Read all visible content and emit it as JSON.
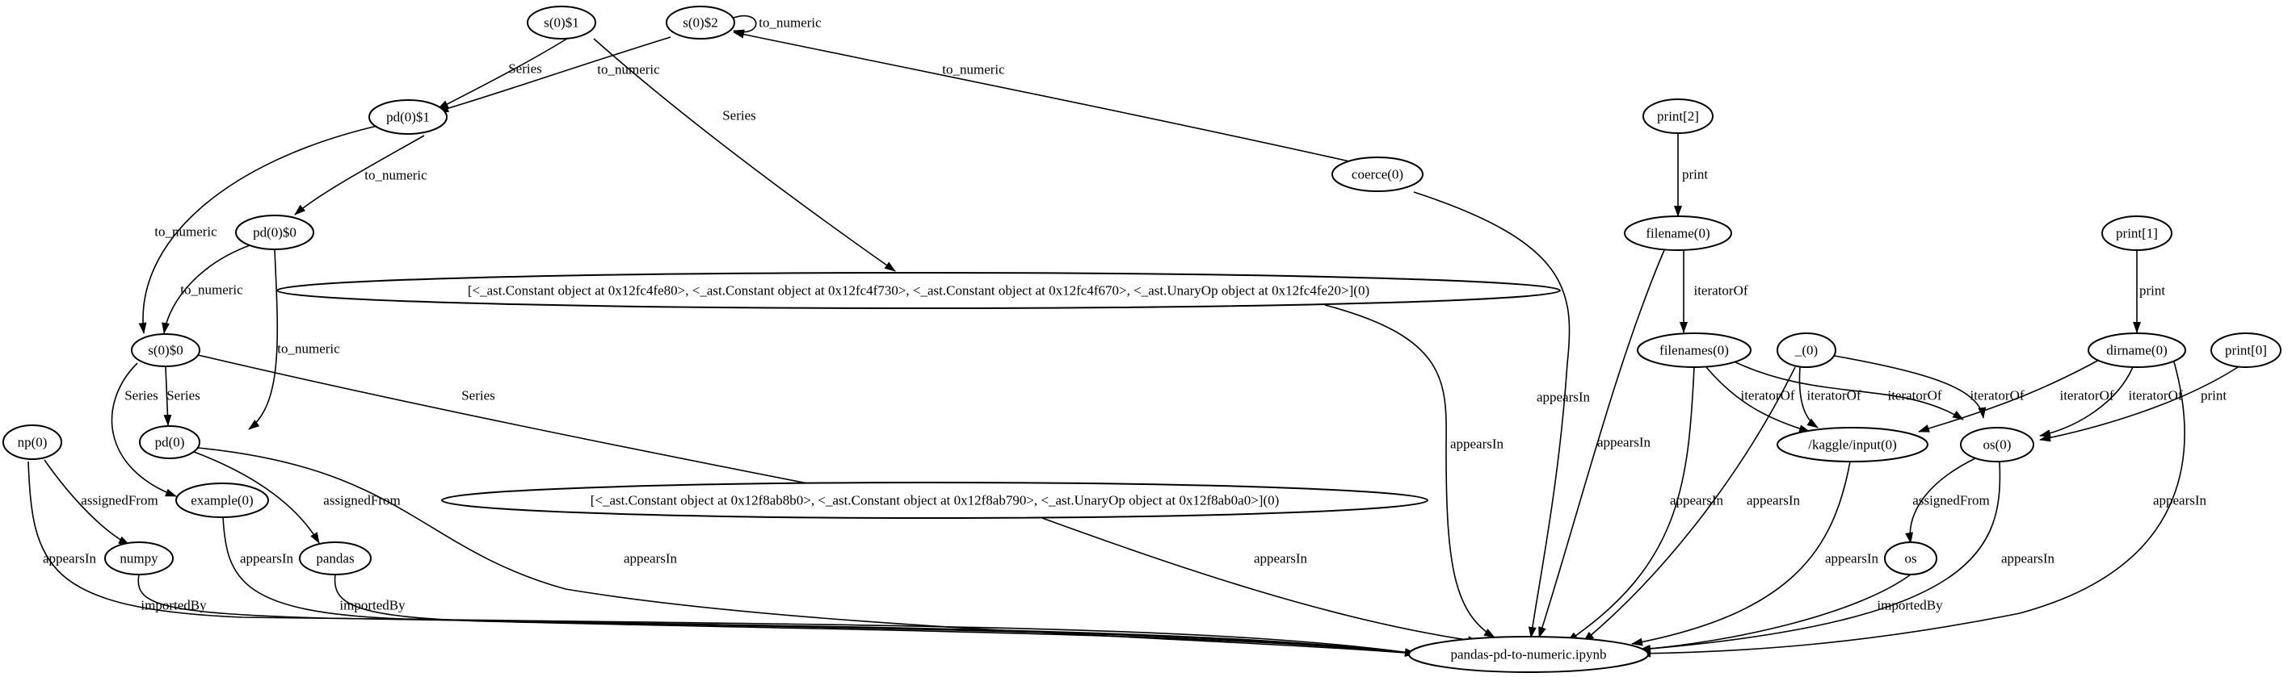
{
  "nodes": {
    "s0_1": "s(0)$1",
    "s0_2": "s(0)$2",
    "pd0_1": "pd(0)$1",
    "pd0_0": "pd(0)$0",
    "s0_0": "s(0)$0",
    "pd0": "pd(0)",
    "np0": "np(0)",
    "numpy": "numpy",
    "example0": "example(0)",
    "pandas": "pandas",
    "astlist1": "[<_ast.Constant object at 0x12fc4fe80>, <_ast.Constant object at 0x12fc4f730>, <_ast.Constant object at 0x12fc4f670>, <_ast.UnaryOp object at 0x12fc4fe20>](0)",
    "astlist2": "[<_ast.Constant object at 0x12f8ab8b0>, <_ast.Constant object at 0x12f8ab790>, <_ast.UnaryOp object at 0x12f8ab0a0>](0)",
    "coerce0": "coerce(0)",
    "print2": "print[2]",
    "filename0": "filename(0)",
    "filenames0": "filenames(0)",
    "underscore0": "_(0)",
    "kaggle": "/kaggle/input(0)",
    "print1": "print[1]",
    "dirname0": "dirname(0)",
    "print0": "print[0]",
    "os0": "os(0)",
    "os": "os",
    "notebook": "pandas-pd-to-numeric.ipynb"
  },
  "edge_labels": {
    "series": "Series",
    "to_numeric": "to_numeric",
    "appears_in": "appearsIn",
    "assigned_from": "assignedFrom",
    "imported_by": "importedBy",
    "iterator_of": "iteratorOf",
    "print": "print"
  },
  "colors": {
    "stroke": "#000000",
    "background": "#ffffff"
  }
}
